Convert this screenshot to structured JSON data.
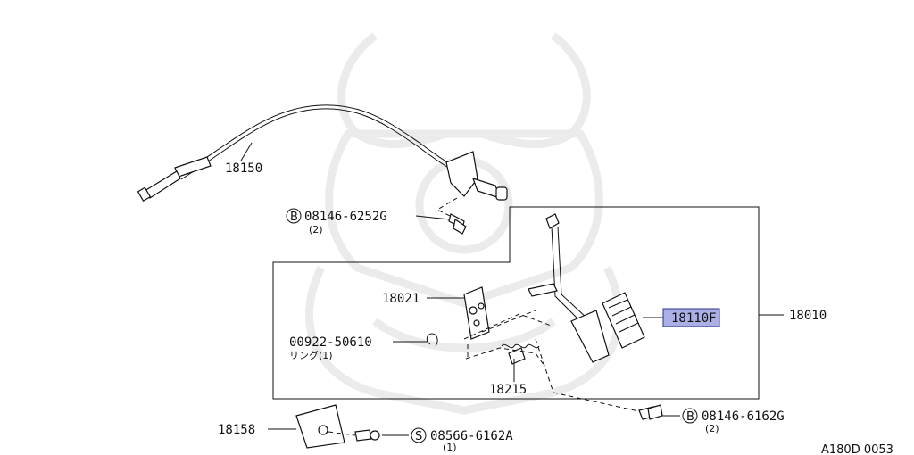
{
  "parts": {
    "p18150": "18150",
    "p18021": "18021",
    "p18010": "18010",
    "p18110f": "18110F",
    "p18215": "18215",
    "p18158": "18158",
    "bolt_a": {
      "marker": "B",
      "number": "08146-6252G",
      "qty": "(2)"
    },
    "bolt_b": {
      "marker": "B",
      "number": "08146-6162G",
      "qty": "(2)"
    },
    "screw_s": {
      "marker": "S",
      "number": "08566-6162A",
      "qty": "(1)"
    },
    "ring": {
      "number": "00922-50610",
      "note": "リング(1)"
    }
  },
  "diagram_code": "A180D 0053",
  "colors": {
    "highlight": "#aab0e6",
    "highlight_border": "#2b2f8a",
    "line": "#111111",
    "watermark": "#e9e9e9"
  },
  "watermark_icon": "samurai-helmet-watermark"
}
